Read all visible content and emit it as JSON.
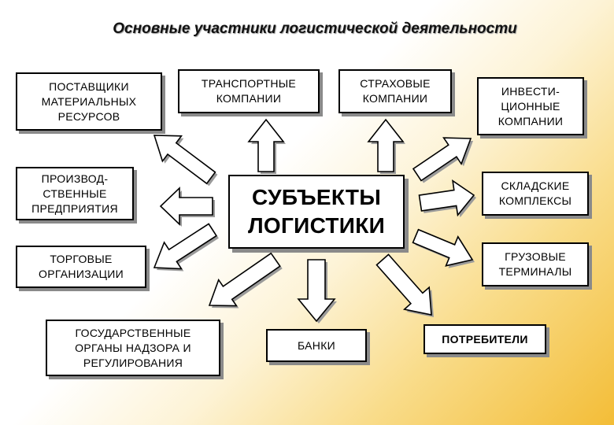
{
  "title": "Основные участники логистической деятельности",
  "center": "СУБЪЕКТЫ\nЛОГИСТИКИ",
  "participants": {
    "suppliers": "ПОСТАВЩИКИ\nМАТЕРИАЛЬНЫХ\nРЕСУРСОВ",
    "producers": "ПРОИЗВОД-\nСТВЕННЫЕ\nПРЕДПРИЯТИЯ",
    "trade": "ТОРГОВЫЕ\nОРГАНИЗАЦИИ",
    "government": "ГОСУДАРСТВЕННЫЕ\nОРГАНЫ НАДЗОРА И\nРЕГУЛИРОВАНИЯ",
    "transport": "ТРАНСПОРТНЫЕ\nКОМПАНИИ",
    "insurance": "СТРАХОВЫЕ\nКОМПАНИИ",
    "investment": "ИНВЕСТИ-\nЦИОННЫЕ\nКОМПАНИИ",
    "warehouses": "СКЛАДСКИЕ\nКОМПЛЕКСЫ",
    "terminals": "ГРУЗОВЫЕ\nТЕРМИНАЛЫ",
    "banks": "БАНКИ",
    "consumers": "ПОТРЕБИТЕЛИ"
  }
}
